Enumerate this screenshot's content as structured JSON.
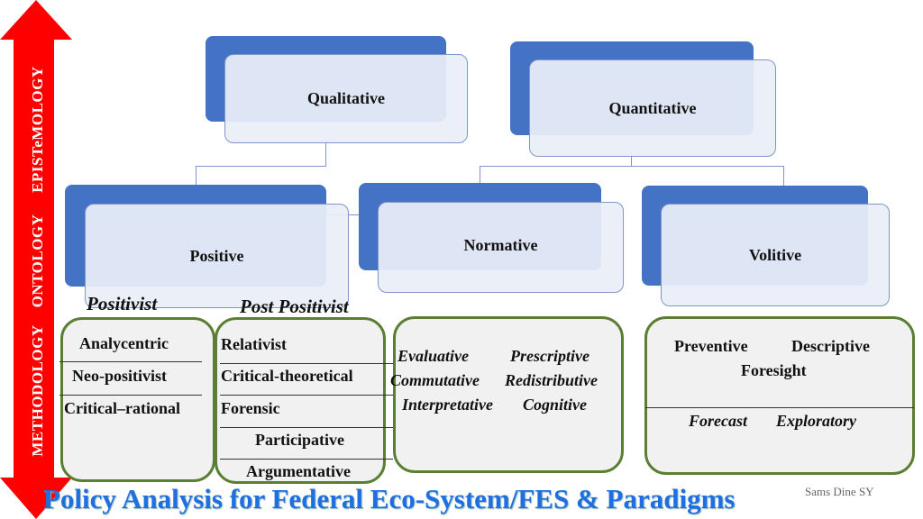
{
  "axis": {
    "methodology": "METHODOLOGY",
    "ontology": "ONTOLOGY",
    "epistemology": "EPISTeMOLOGY",
    "color": "#ff0000"
  },
  "top": {
    "qualitative": "Qualitative",
    "quantitative": "Quantitative"
  },
  "mid": {
    "positive": "Positive",
    "normative": "Normative",
    "volitive": "Volitive"
  },
  "positivist": {
    "heading": "Positivist",
    "items": [
      "Analycentric",
      "Neo-positivist",
      "Critical–rational"
    ]
  },
  "post_positivist": {
    "heading": "Post Positivist",
    "items": [
      "Relativist",
      "Critical-theoretical",
      "Forensic",
      "Participative",
      "Argumentative"
    ]
  },
  "normative_box": {
    "items": [
      "Evaluative",
      "Prescriptive",
      "Commutative",
      "Redistributive",
      "Interpretative",
      "Cognitive"
    ]
  },
  "volitive_box": {
    "items": [
      "Preventive",
      "Descriptive",
      "Foresight",
      "Forecast",
      "Exploratory"
    ]
  },
  "title": "Policy Analysis for Federal Eco-System/FES & Paradigms",
  "author": "Sams Dine SY"
}
